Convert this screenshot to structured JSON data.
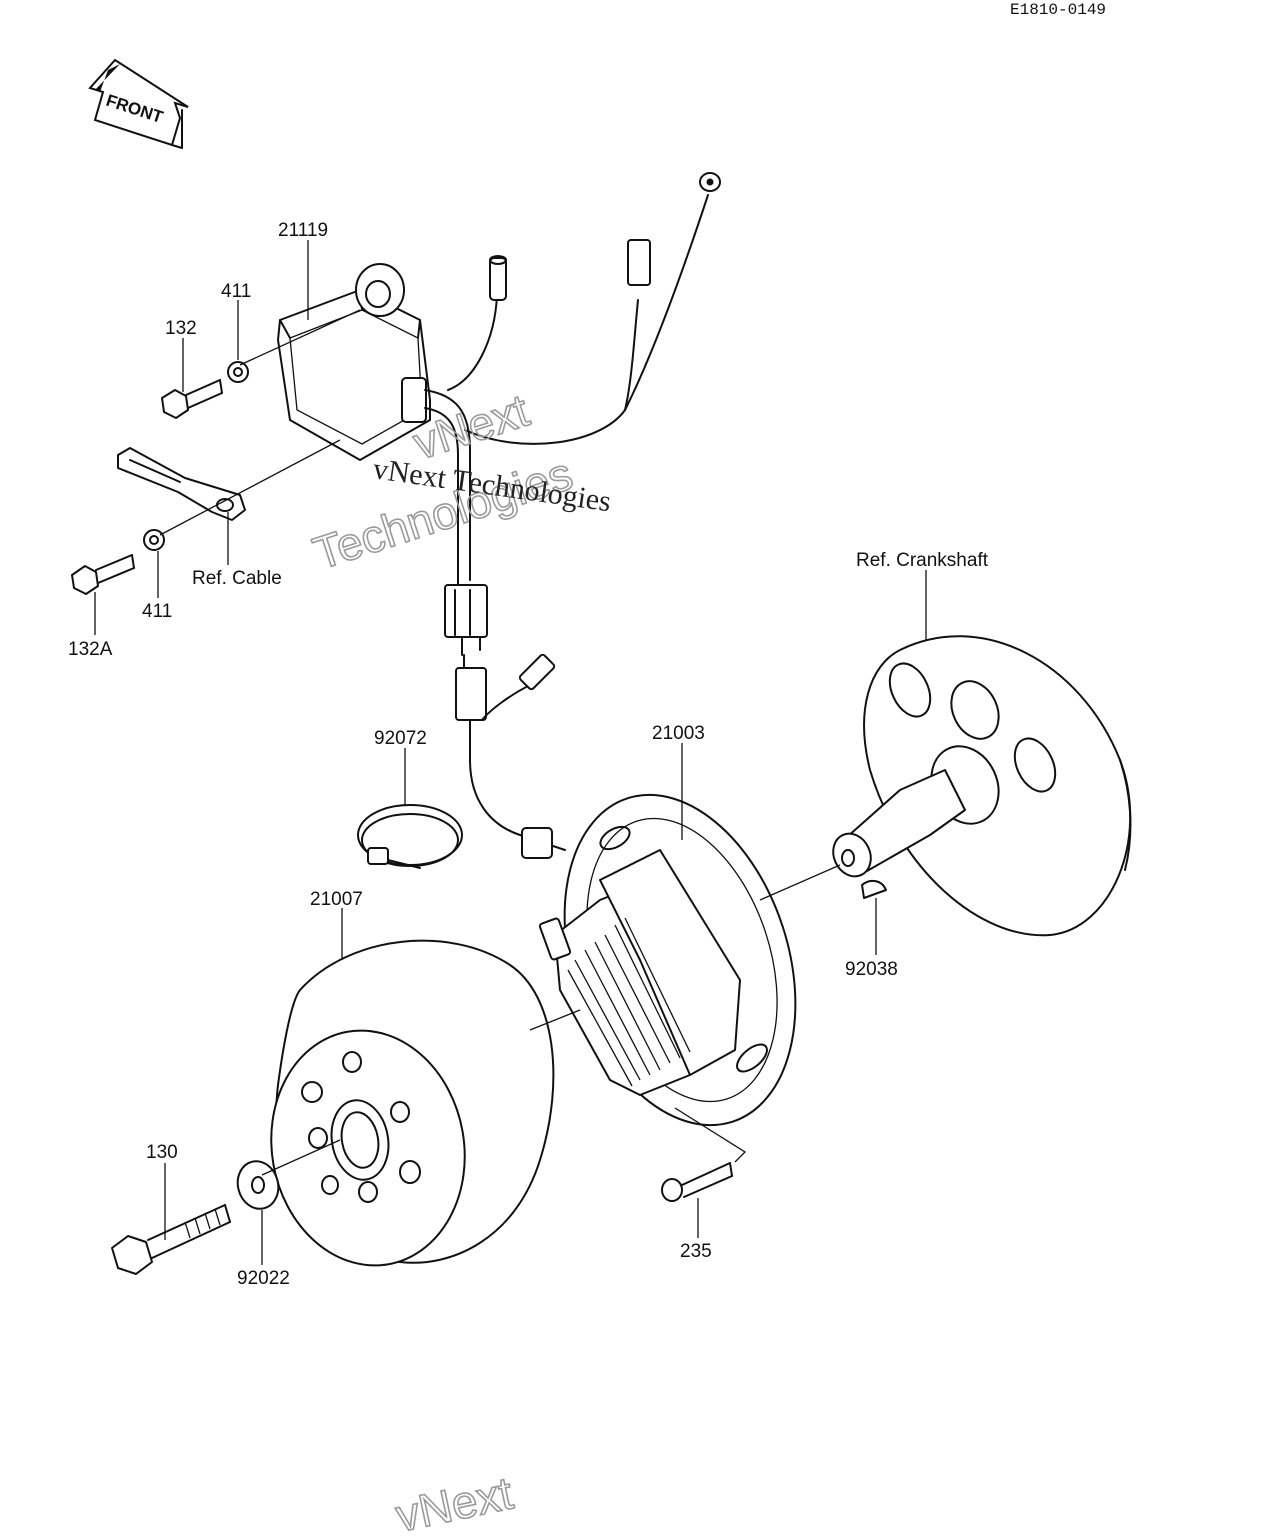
{
  "drawing_code": "E1810-0149",
  "front_label": "FRONT",
  "watermark": {
    "line1": "vNext",
    "line2": "Technologies",
    "inline": "vNext Technologies",
    "bottom": "vNext"
  },
  "callouts": {
    "p21119": "21119",
    "p411_top": "411",
    "p132": "132",
    "p132A": "132A",
    "p411_bottom": "411",
    "ref_cable": "Ref. Cable",
    "ref_crankshaft": "Ref. Crankshaft",
    "p92072": "92072",
    "p21003": "21003",
    "p21007": "21007",
    "p92038": "92038",
    "p130": "130",
    "p92022": "92022",
    "p235": "235"
  }
}
